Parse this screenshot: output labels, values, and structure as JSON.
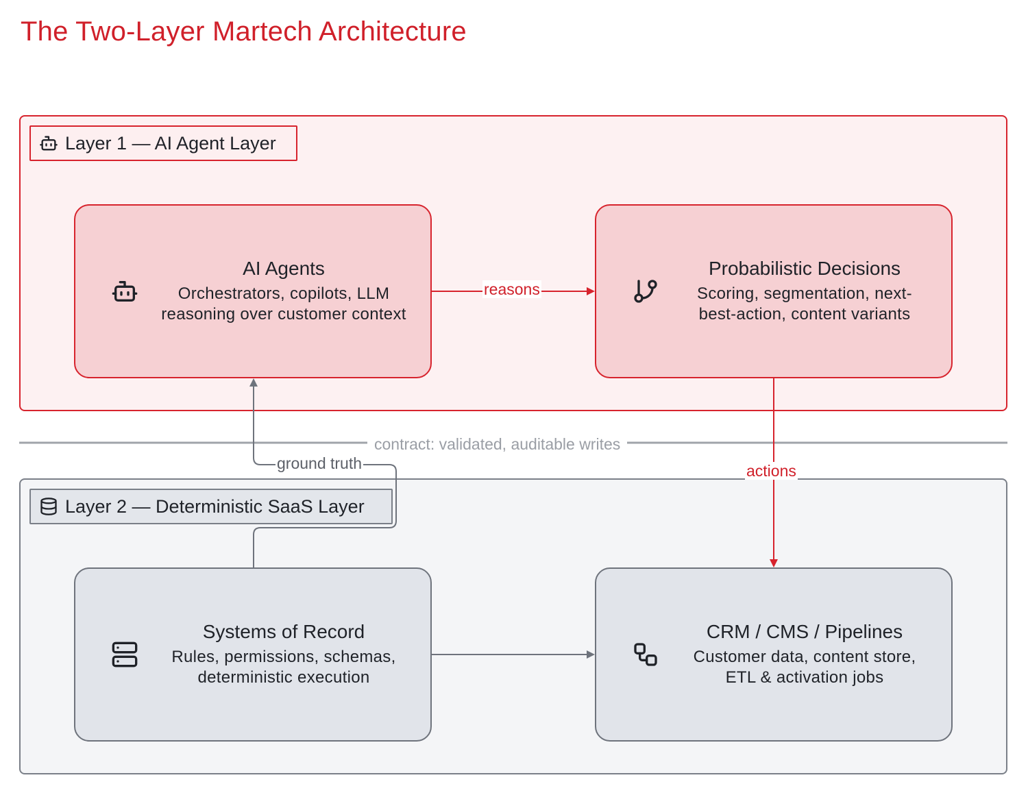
{
  "title": "The Two-Layer Martech Architecture",
  "colors": {
    "accent": "#d7232d",
    "neutral": "#7a7f88",
    "layer1_bg": "#fdf1f2",
    "layer2_bg": "#f4f5f7"
  },
  "layers": [
    {
      "label": "Layer 1 — AI Agent Layer",
      "icon": "robot-icon"
    },
    {
      "label": "Layer 2 — Deterministic SaaS Layer",
      "icon": "database-icon"
    }
  ],
  "nodes": {
    "ai_agents": {
      "title": "AI Agents",
      "desc": "Orchestrators, copilots, LLM reasoning over customer context",
      "icon": "robot-icon"
    },
    "probabilistic": {
      "title": "Probabilistic Decisions",
      "desc": "Scoring, segmentation, next-best-action, content variants",
      "icon": "git-branch-icon"
    },
    "systems_of_record": {
      "title": "Systems of Record",
      "desc": "Rules, permissions, schemas, deterministic execution",
      "icon": "server-icon"
    },
    "crm": {
      "title": "CRM / CMS / Pipelines",
      "desc": "Customer data, content store, ETL & activation jobs",
      "icon": "workflow-icon"
    }
  },
  "edges": {
    "reasons": "reasons",
    "actions": "actions",
    "ground_truth": "ground truth"
  },
  "contract": "contract: validated, auditable writes"
}
